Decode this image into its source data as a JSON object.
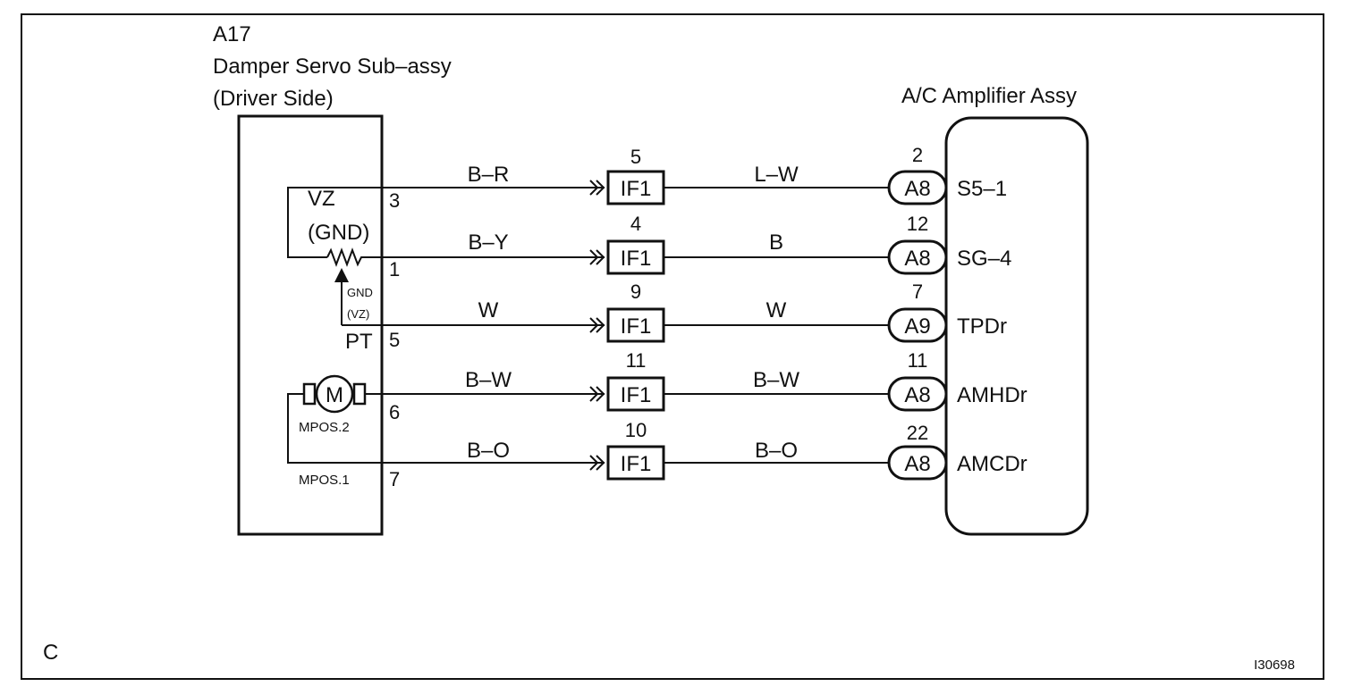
{
  "diagram_code": "C",
  "figure_id": "I30698",
  "left_component": {
    "code": "A17",
    "name_line1": "Damper Servo Sub–assy",
    "name_line2": "(Driver Side)",
    "internal_labels": {
      "vz": "VZ",
      "gnd_paren": "(GND)",
      "arrow_gnd": "GND",
      "arrow_vz": "(VZ)",
      "pt": "PT",
      "motor": "M",
      "mpos2": "MPOS.2",
      "mpos1": "MPOS.1"
    }
  },
  "right_component": {
    "name": "A/C Amplifier Assy"
  },
  "circuits": [
    {
      "servo_pin": "3",
      "wire_left": "B–R",
      "junction_pin": "5",
      "junction": "IF1",
      "wire_right": "L–W",
      "amp_pin": "2",
      "amp_connector": "A8",
      "terminal": "S5–1"
    },
    {
      "servo_pin": "1",
      "wire_left": "B–Y",
      "junction_pin": "4",
      "junction": "IF1",
      "wire_right": "B",
      "amp_pin": "12",
      "amp_connector": "A8",
      "terminal": "SG–4"
    },
    {
      "servo_pin": "5",
      "wire_left": "W",
      "junction_pin": "9",
      "junction": "IF1",
      "wire_right": "W",
      "amp_pin": "7",
      "amp_connector": "A9",
      "terminal": "TPDr"
    },
    {
      "servo_pin": "6",
      "wire_left": "B–W",
      "junction_pin": "11",
      "junction": "IF1",
      "wire_right": "B–W",
      "amp_pin": "11",
      "amp_connector": "A8",
      "terminal": "AMHDr"
    },
    {
      "servo_pin": "7",
      "wire_left": "B–O",
      "junction_pin": "10",
      "junction": "IF1",
      "wire_right": "B–O",
      "amp_pin": "22",
      "amp_connector": "A8",
      "terminal": "AMCDr"
    }
  ]
}
